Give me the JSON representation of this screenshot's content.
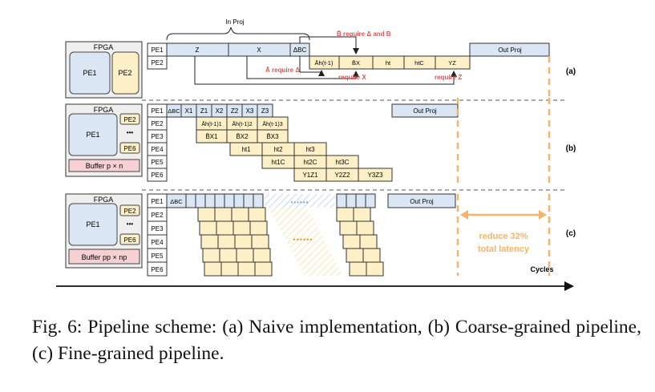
{
  "colors": {
    "blue": "#dae6f4",
    "yellow": "#fdf0c6",
    "red": "#f6d0d3",
    "gray": "#efefef",
    "accent_red": "#d95757",
    "orange": "#f5b46a",
    "stroke": "#222222"
  },
  "fpga_label": "FPGA",
  "pe1_label": "PE1",
  "pe2_label": "PE2",
  "pe6_label": "PE6",
  "ellipsis": "•••",
  "buffer_b": "Buffer p × n",
  "buffer_c": "Buffer pp × np",
  "pe_rows_a": [
    "PE1",
    "PE2"
  ],
  "pe_rows": [
    "PE1",
    "PE2",
    "PE3",
    "PE4",
    "PE5",
    "PE6"
  ],
  "section_a": {
    "tag": "(a)",
    "in_proj": "In Proj",
    "z": "Z",
    "x": "X",
    "dbc": "ΔBC",
    "out_proj": "Out Proj",
    "ops": [
      "Āh(t-1)",
      "B̄X",
      "ht",
      "htC",
      "YZ"
    ],
    "b_require": "B̄ require Δ and B",
    "a_require": "Ā require Δ",
    "require_x": "require X",
    "require_z": "require Z"
  },
  "section_b": {
    "tag": "(b)",
    "dbc": "ΔBC",
    "pe1_blocks": [
      "X1",
      "Z1",
      "X2",
      "Z2",
      "X3",
      "Z3"
    ],
    "out_proj": "Out Proj",
    "pe2_blocks": [
      "Āh(t-1)1",
      "Āh(t-1)2",
      "Āh(t-1)3"
    ],
    "pe3_blocks": [
      "B̄X1",
      "B̄X2",
      "B̄X3"
    ],
    "pe4_blocks": [
      "ht1",
      "ht2",
      "ht3"
    ],
    "pe5_blocks": [
      "ht1C",
      "ht2C",
      "ht3C"
    ],
    "pe6_blocks": [
      "Y1Z1",
      "Y2Z2",
      "Y3Z3"
    ]
  },
  "section_c": {
    "tag": "(c)",
    "dbc": "ΔBC",
    "out_proj": "Out Proj",
    "dots": "••••••",
    "reduce_line1": "reduce 32%",
    "reduce_line2": "total latency",
    "cycles": "Cycles"
  },
  "caption": "Fig. 6: Pipeline scheme: (a) Naive implementation, (b) Coarse-grained pipeline, (c) Fine-grained pipeline."
}
